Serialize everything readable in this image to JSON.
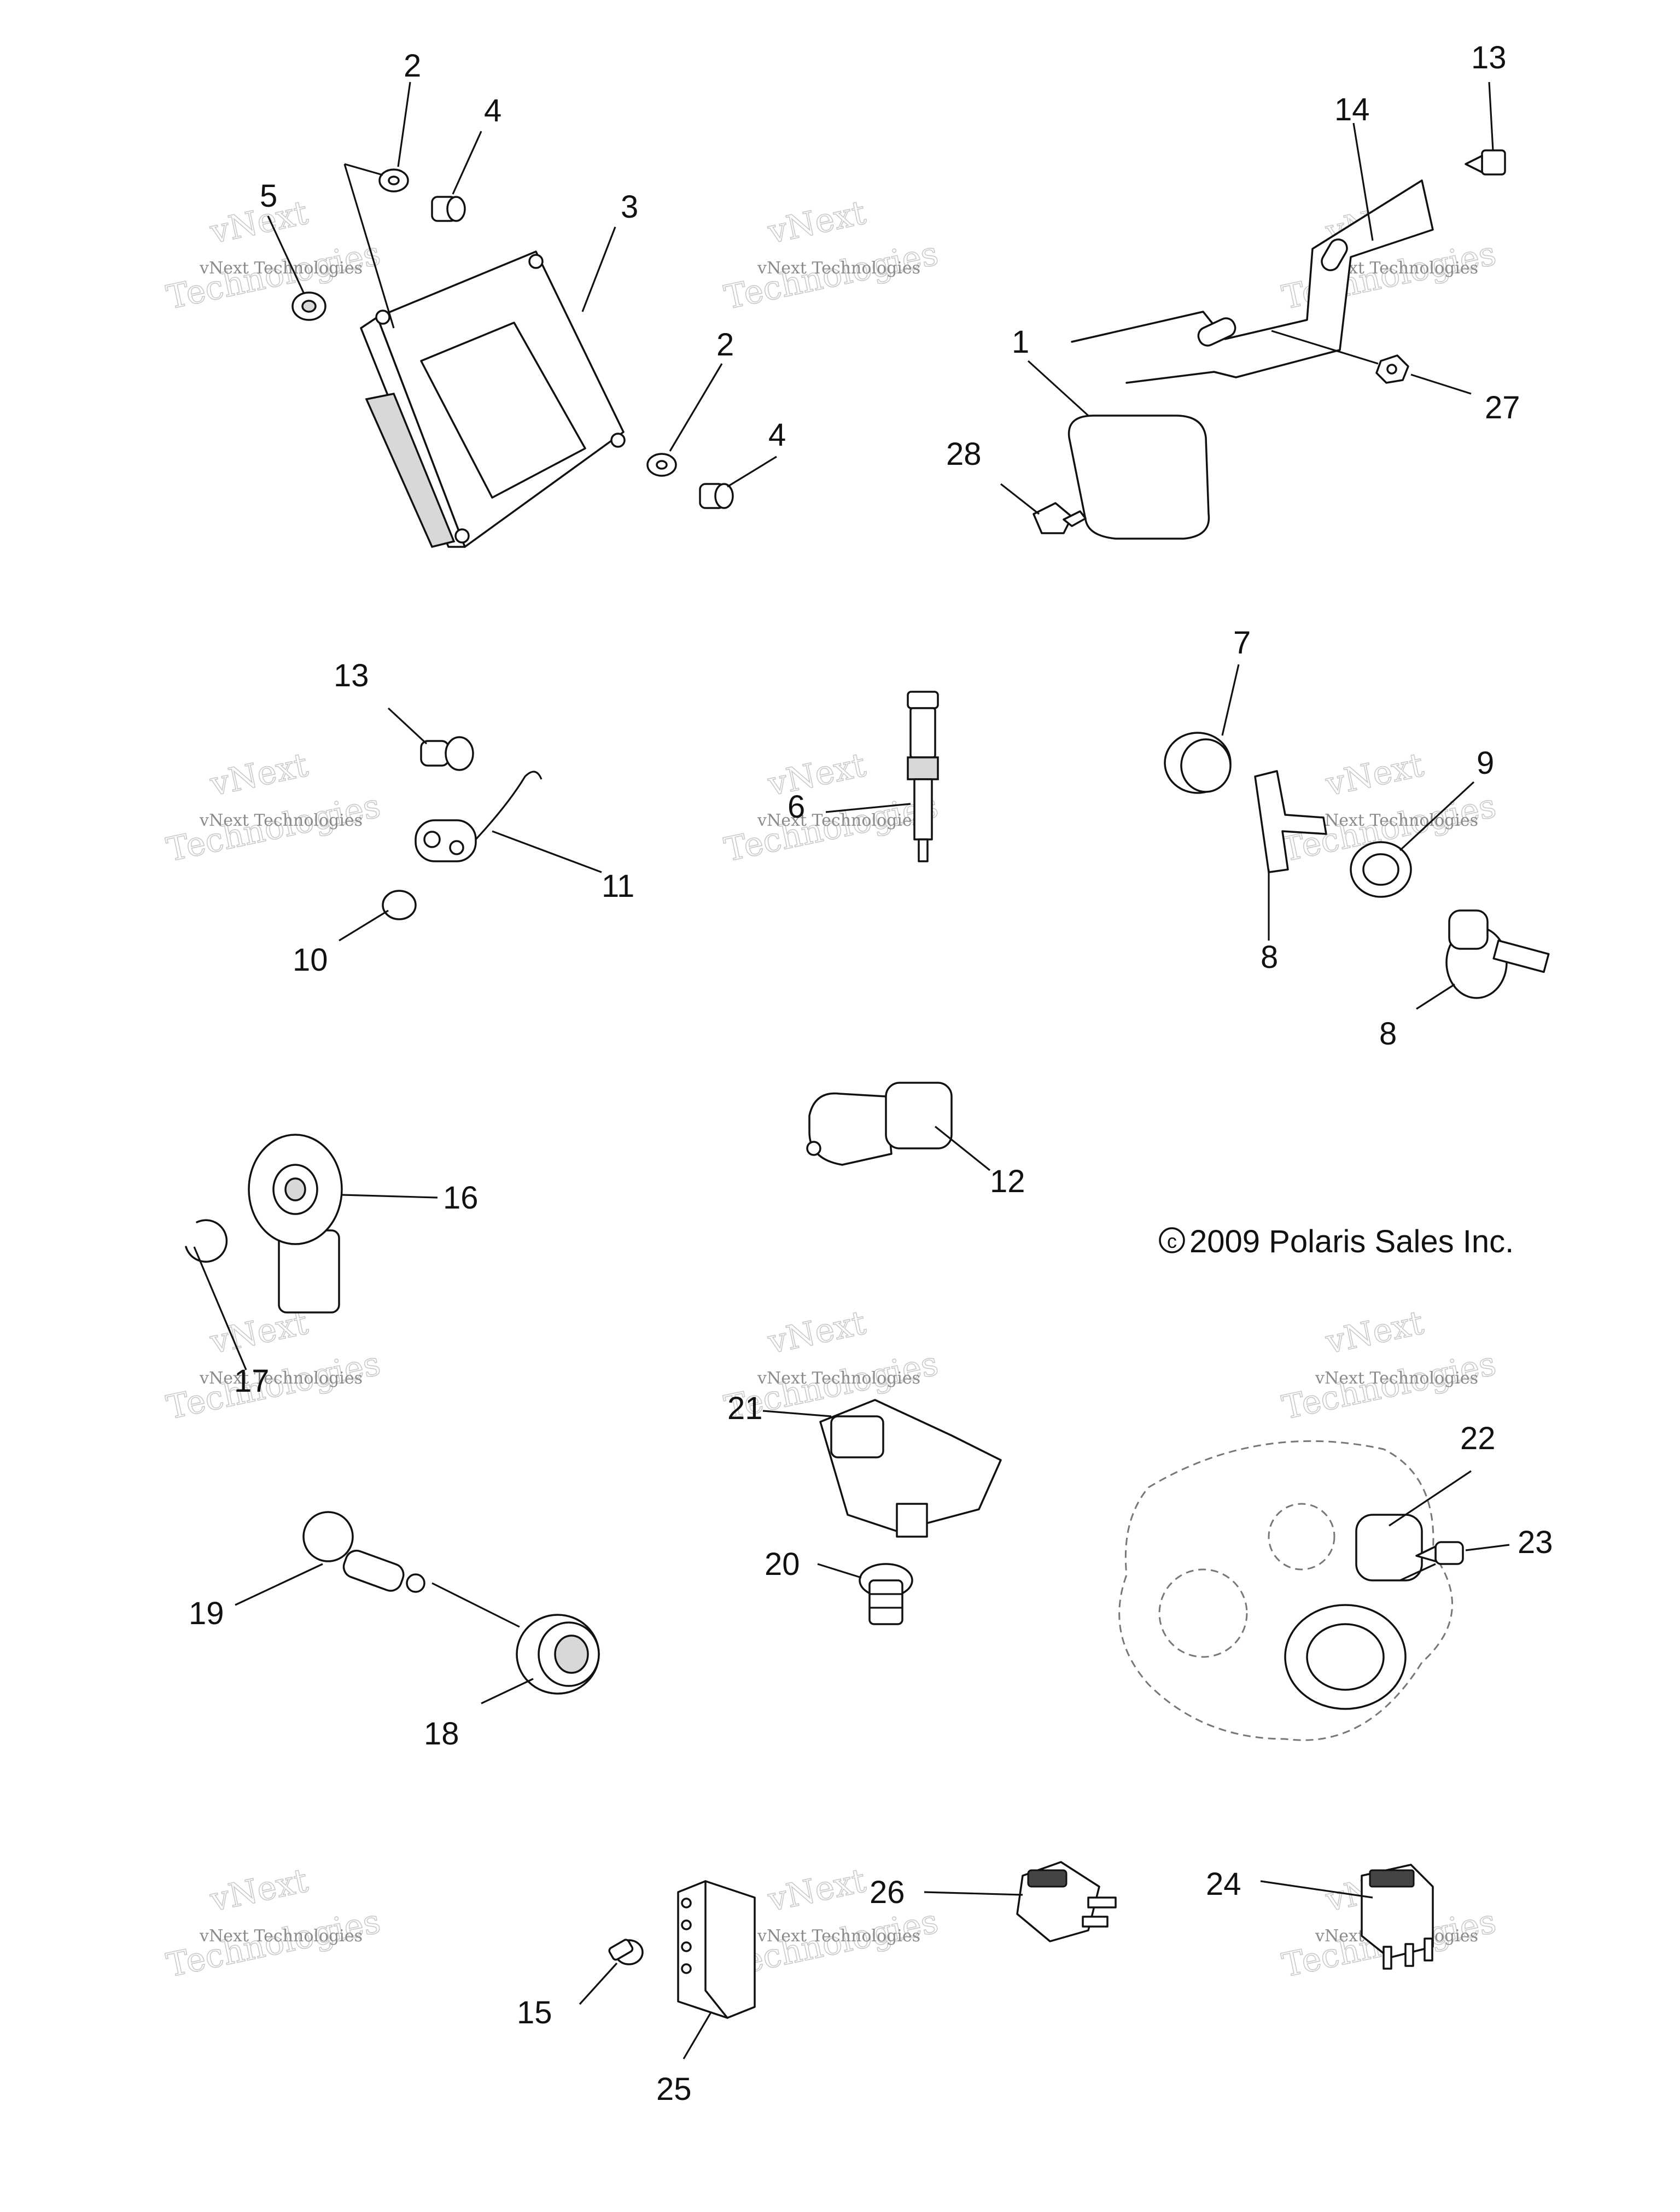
{
  "callouts": [
    "1",
    "2",
    "3",
    "4",
    "5",
    "6",
    "7",
    "8",
    "9",
    "10",
    "11",
    "12",
    "13",
    "14",
    "15",
    "16",
    "17",
    "18",
    "19",
    "20",
    "21",
    "22",
    "23",
    "24",
    "25",
    "26",
    "27",
    "28"
  ],
  "copyright": "2009 Polaris Sales Inc.",
  "copyright_symbol": "c",
  "watermark": {
    "line1": "vNext Technologies",
    "line2": "vNext",
    "line3": "Technologies"
  }
}
